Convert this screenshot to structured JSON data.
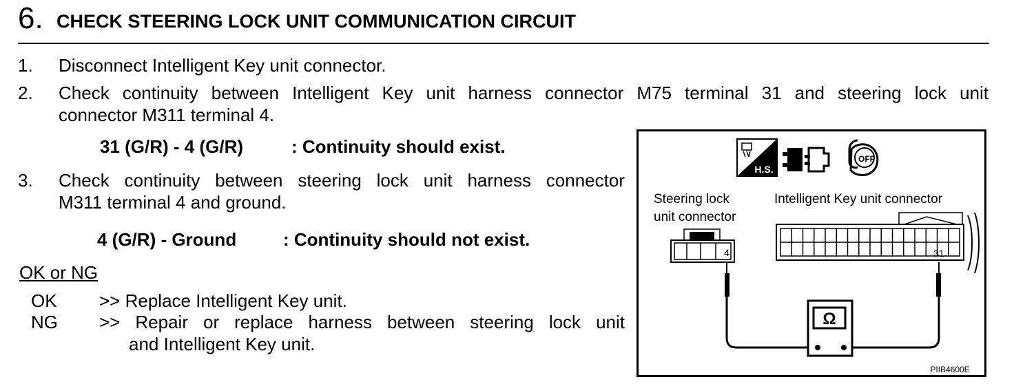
{
  "step": {
    "number": "6.",
    "title": "CHECK STEERING LOCK UNIT COMMUNICATION CIRCUIT"
  },
  "instructions": [
    {
      "num": "1.",
      "lines": [
        "Disconnect Intelligent Key unit connector."
      ]
    },
    {
      "num": "2.",
      "lines": [
        "Check continuity between Intelligent Key unit harness connector M75 terminal 31 and steering lock unit",
        "connector M311 terminal 4."
      ]
    },
    {
      "num": "3.",
      "lines": [
        "Check continuity between steering lock unit harness connector",
        "M311 terminal 4 and ground."
      ]
    }
  ],
  "specs": [
    {
      "terminals": "31 (G/R) - 4 (G/R)",
      "result": ": Continuity should exist."
    },
    {
      "terminals": "4 (G/R) - Ground",
      "result": ": Continuity should not exist."
    }
  ],
  "result": {
    "heading": "OK or NG",
    "ok_label": "OK",
    "ok_text": ">> Replace Intelligent Key unit.",
    "ng_label": "NG",
    "ng_lines": [
      ">> Repair or replace harness between steering lock unit",
      "and Intelligent Key unit."
    ]
  },
  "figure": {
    "left_connector_label": [
      "Steering lock",
      "unit connector"
    ],
    "right_connector_label": "Intelligent Key unit connector",
    "left_terminal": "4",
    "right_terminal": "31",
    "meter_symbol": "Ω",
    "hs_badge": "H.S.",
    "key_label": "OFF",
    "figure_code": "PIIB4600E",
    "icons": [
      "harness-side-icon",
      "connector-disconnect-icon",
      "ignition-off-icon",
      "ohmmeter-icon"
    ]
  }
}
